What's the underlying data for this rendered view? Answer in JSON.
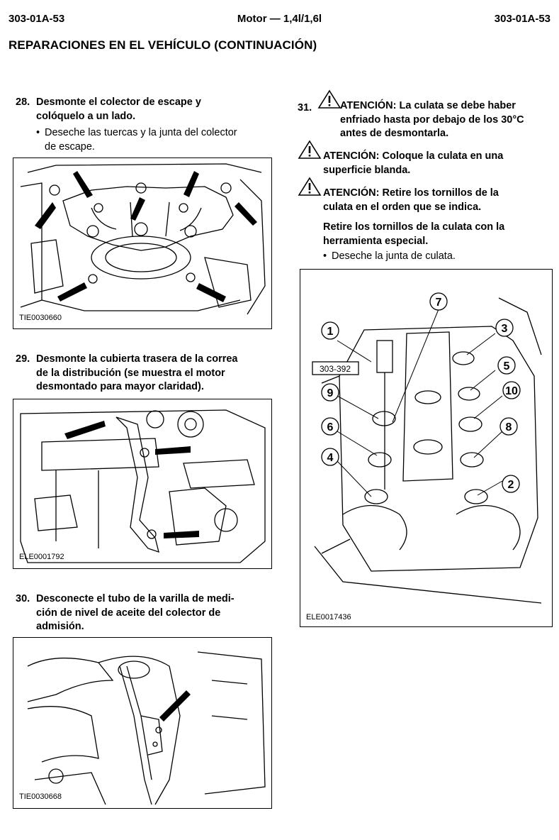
{
  "header": {
    "left": "303-01A-53",
    "center": "Motor — 1,4l/1,6l",
    "right": "303-01A-53"
  },
  "section_title": "REPARACIONES EN EL VEHÍCULO (CONTINUACIÓN)",
  "steps": {
    "s28": {
      "number": "28.",
      "line1": "Desmonte el colector de escape y",
      "line2": "colóquelo a un lado.",
      "bullet_line1": "Deseche las tuercas y la junta del colector",
      "bullet_line2": "de escape.",
      "figure_code": "TIE0030660"
    },
    "s29": {
      "number": "29.",
      "line1": "Desmonte la cubierta trasera de la correa",
      "line2": "de la distribución (se  muestra el motor",
      "line3": "desmontado para mayor claridad).",
      "figure_code": "ELE0001792"
    },
    "s30": {
      "number": "30.",
      "line1": "Desconecte el tubo de la varilla de medi-",
      "line2": "ción de nivel de aceite  del colector de",
      "line3": "admisión.",
      "figure_code": "TIE0030668"
    },
    "s31": {
      "number": "31.",
      "warning1_line1": "ATENCIÓN: La culata se debe haber",
      "warning1_line2": "enfriado hasta por debajo de los 30°C",
      "warning1_line3": "antes de desmontarla.",
      "warning2_line1": "ATENCIÓN: Coloque la culata en una",
      "warning2_line2": "superficie blanda.",
      "warning3_line1": "ATENCIÓN: Retire los tornillos de la",
      "warning3_line2": "culata en el orden que se indica.",
      "instr_line1": "Retire los tornillos de la culata con la",
      "instr_line2": "herramienta  especial.",
      "bullet": "Deseche la junta de culata.",
      "figure_code": "ELE0017436",
      "tool_code": "303-392",
      "callouts": [
        "1",
        "2",
        "3",
        "4",
        "5",
        "6",
        "7",
        "8",
        "9",
        "10"
      ]
    }
  },
  "icons": {
    "warning": "warning-triangle-icon",
    "bullet": "•"
  }
}
